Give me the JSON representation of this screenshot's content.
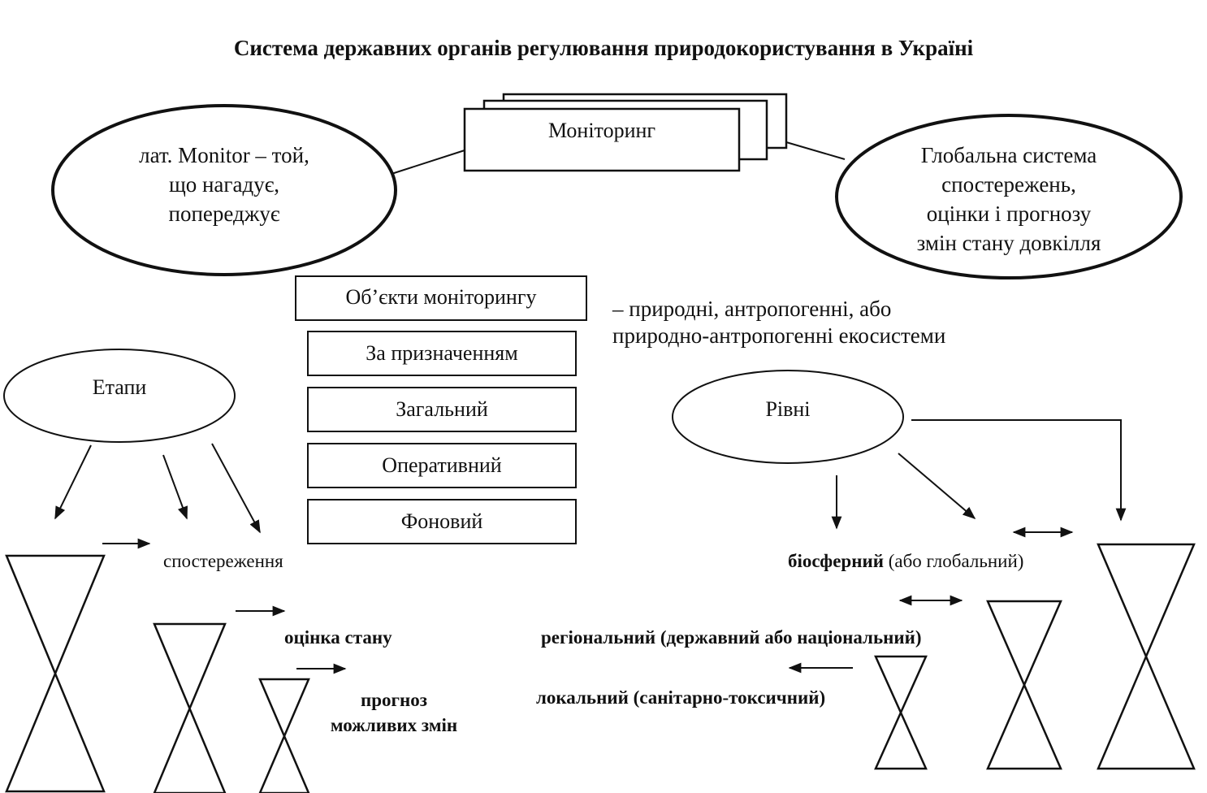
{
  "title": "Система державних органів регулювання природокористування в Україні",
  "monitoring_box": {
    "label": "Моніторинг"
  },
  "left_oval": {
    "lines": [
      "лат. Monitor – той,",
      "що нагадує,",
      "попереджує"
    ]
  },
  "right_oval": {
    "lines": [
      "Глобальна система",
      "спостережень,",
      "оцінки і прогнозу",
      "змін стану довкілля"
    ]
  },
  "objects_box": {
    "label": "Об’єкти моніторингу"
  },
  "objects_desc": {
    "lines": [
      "– природні, антропогенні, або",
      "природно-антропогенні екосистеми"
    ]
  },
  "purpose_boxes": [
    "За призначенням",
    "Загальний",
    "Оперативний",
    "Фоновий"
  ],
  "stages": {
    "label": "Етапи",
    "items": [
      "спостереження",
      "оцінка стану",
      "прогноз",
      "можливих змін"
    ]
  },
  "levels": {
    "label": "Рівні",
    "biospheric_bold": "біосферний",
    "biospheric_rest": " (або глобальний)",
    "regional": "регіональний (державний або національний)",
    "local": "локальний (санітарно-токсичний)"
  }
}
